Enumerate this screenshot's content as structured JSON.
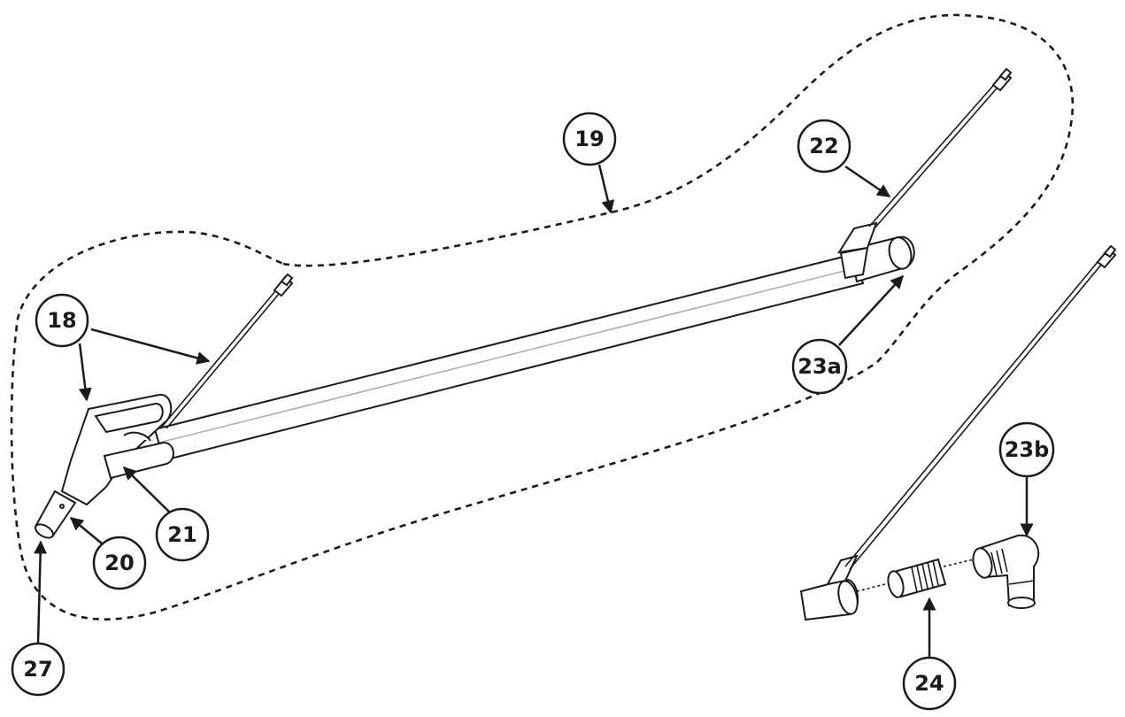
{
  "diagram": {
    "callouts": [
      {
        "id": "c18",
        "label": "18"
      },
      {
        "id": "c19",
        "label": "19"
      },
      {
        "id": "c20",
        "label": "20"
      },
      {
        "id": "c21",
        "label": "21"
      },
      {
        "id": "c22",
        "label": "22"
      },
      {
        "id": "c23a",
        "label": "23a"
      },
      {
        "id": "c23b",
        "label": "23b"
      },
      {
        "id": "c24",
        "label": "24"
      },
      {
        "id": "c27",
        "label": "27"
      }
    ]
  }
}
